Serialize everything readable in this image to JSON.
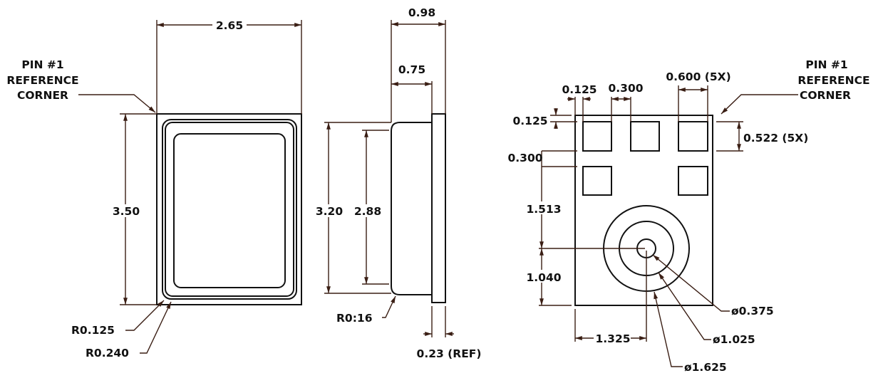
{
  "colors": {
    "outline": "#111111",
    "dimension": "#3a1e14",
    "background": "#ffffff"
  },
  "front_view": {
    "width": "2.65",
    "height": "3.50",
    "pin_label": [
      "PIN #1",
      "REFERENCE",
      "CORNER"
    ],
    "inner_radius": "R0.125",
    "outer_radius": "R0.240"
  },
  "side_view": {
    "total_thickness": "0.98",
    "body_thickness": "0.75",
    "body_height": "3.20",
    "window_height": "2.88",
    "radius": "R0:16",
    "flange": "0.23 (REF)"
  },
  "bottom_view": {
    "pin_label": [
      "PIN #1",
      "REFERENCE",
      "CORNER"
    ],
    "edge_x": "0.125",
    "pad_gap": "0.300",
    "pad_width": "0.600 (5X)",
    "edge_y": "0.125",
    "pad_height": "0.522 (5X)",
    "row_gap": "0.300",
    "center_y_upper": "1.513",
    "center_y_lower": "1.040",
    "center_x": "1.325",
    "dia_small": "ø0.375",
    "dia_mid": "ø1.025",
    "dia_large": "ø1.625"
  }
}
